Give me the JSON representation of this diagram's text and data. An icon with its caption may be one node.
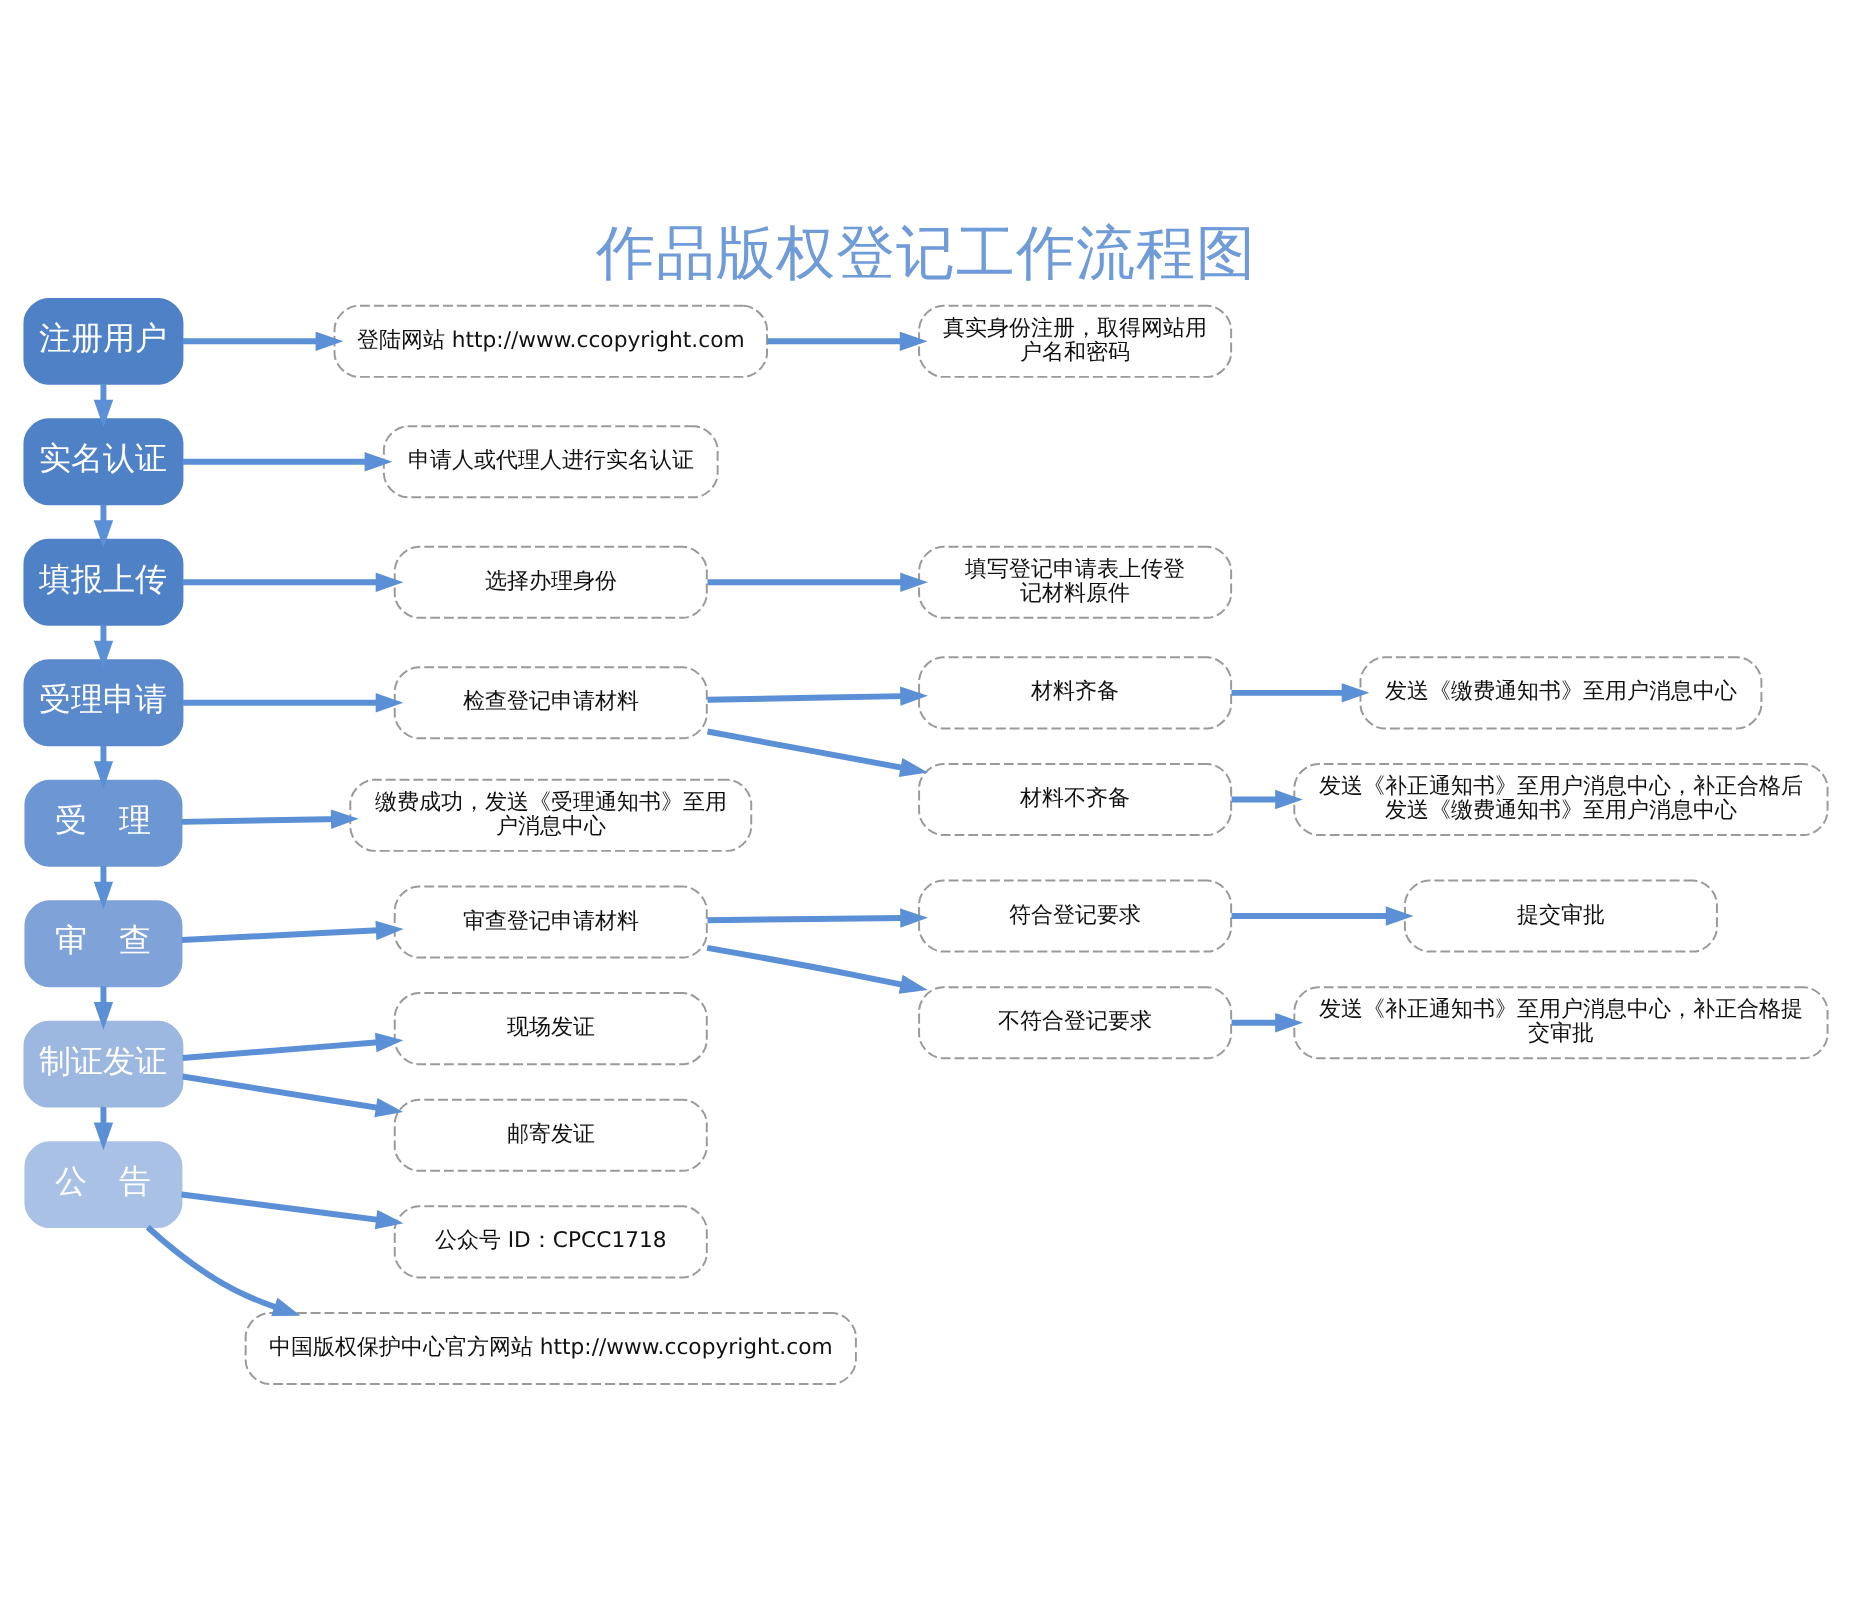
{
  "diagram": {
    "title": "作品版权登记工作流程图",
    "nodes": [
      {
        "text": [
          "注册用户"
        ]
      },
      {
        "text": [
          "登陆网站 http://www.ccopyright.com"
        ]
      },
      {
        "text": [
          "真实身份注册，取得网站用户名和密码"
        ]
      },
      {
        "text": [
          "实名认证"
        ]
      },
      {
        "text": [
          "申请人或代理人进行实名认证"
        ]
      },
      {
        "text": [
          "填报上传"
        ]
      },
      {
        "text": [
          "选择办理身份"
        ]
      },
      {
        "text": [
          "填写登记申请表上传登记材料原件"
        ]
      },
      {
        "text": [
          "受理申请"
        ]
      },
      {
        "text": [
          "检查登记申请材料"
        ]
      },
      {
        "text": [
          "材料齐备"
        ]
      },
      {
        "text": [
          "发送《缴费通知书》至用户消息中心"
        ]
      },
      {
        "text": [
          "材料不齐备"
        ]
      },
      {
        "text": [
          "发送《补正通知书》至用户消息中心，补正合格后发送《缴费通知书》至用户消息中心"
        ]
      },
      {
        "text": [
          "受　理"
        ]
      },
      {
        "text": [
          "缴费成功，发送《受理通知书》至用户消息中心"
        ]
      },
      {
        "text": [
          "审　查"
        ]
      },
      {
        "text": [
          "审查登记申请材料"
        ]
      },
      {
        "text": [
          "符合登记要求"
        ]
      },
      {
        "text": [
          "提交审批"
        ]
      },
      {
        "text": [
          "不符合登记要求"
        ]
      },
      {
        "text": [
          "发送《补正通知书》至用户消息中心，补正合格提交审批"
        ]
      },
      {
        "text": [
          "制证发证"
        ]
      },
      {
        "text": [
          "现场发证"
        ]
      },
      {
        "text": [
          "邮寄发证"
        ]
      },
      {
        "text": [
          "公　告"
        ]
      },
      {
        "text": [
          "公众号 ID：CPCC1718"
        ]
      },
      {
        "text": [
          "中国版权保护中心官方网站 http://www.ccopyright.com"
        ]
      }
    ],
    "edges": [
      {
        "from": 0,
        "to": 3,
        "arrow": "to"
      },
      {
        "from": 3,
        "to": 5,
        "arrow": "to"
      },
      {
        "from": 5,
        "to": 8,
        "arrow": "to"
      },
      {
        "from": 8,
        "to": 14,
        "arrow": "to"
      },
      {
        "from": 14,
        "to": 16,
        "arrow": "to"
      },
      {
        "from": 16,
        "to": 22,
        "arrow": "to"
      },
      {
        "from": 22,
        "to": 25,
        "arrow": "to"
      },
      {
        "from": 0,
        "to": 1,
        "arrow": "to"
      },
      {
        "from": 1,
        "to": 2,
        "arrow": "to"
      },
      {
        "from": 3,
        "to": 4,
        "arrow": "to"
      },
      {
        "from": 5,
        "to": 6,
        "arrow": "to"
      },
      {
        "from": 6,
        "to": 7,
        "arrow": "to"
      },
      {
        "from": 8,
        "to": 9,
        "arrow": "to"
      },
      {
        "from": 9,
        "to": 10,
        "arrow": "to"
      },
      {
        "from": 9,
        "to": 12,
        "arrow": "to"
      },
      {
        "from": 10,
        "to": 11,
        "arrow": "to"
      },
      {
        "from": 12,
        "to": 13,
        "arrow": "to"
      },
      {
        "from": 14,
        "to": 15,
        "arrow": "to"
      },
      {
        "from": 16,
        "to": 17,
        "arrow": "to"
      },
      {
        "from": 17,
        "to": 18,
        "arrow": "to"
      },
      {
        "from": 17,
        "to": 20,
        "arrow": "to"
      },
      {
        "from": 18,
        "to": 19,
        "arrow": "to"
      },
      {
        "from": 20,
        "to": 21,
        "arrow": "to"
      },
      {
        "from": 22,
        "to": 23,
        "arrow": "to"
      },
      {
        "from": 22,
        "to": 24,
        "arrow": "to"
      },
      {
        "from": 25,
        "to": 26,
        "arrow": "to"
      },
      {
        "from": 25,
        "to": 27,
        "arrow": "to"
      }
    ]
  }
}
